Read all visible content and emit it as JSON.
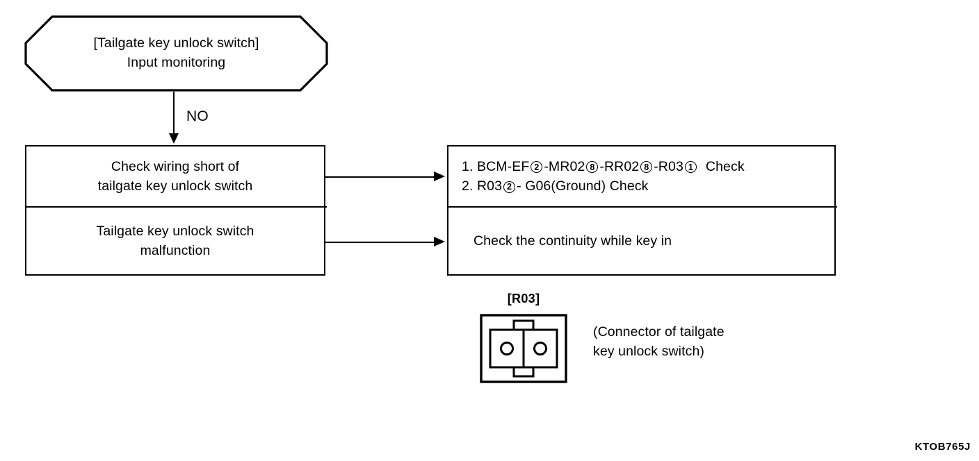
{
  "diagram": {
    "title_code": "KTOB765J",
    "decision": {
      "name": "decision-node",
      "line1": "[Tailgate key unlock switch]",
      "line2": "Input monitoring"
    },
    "flow_arrow": {
      "label": "NO"
    },
    "left_boxes": [
      {
        "id": "check-wiring-short",
        "line1": "Check wiring short of",
        "line2": "tailgate key unlock switch"
      },
      {
        "id": "switch-malfunction",
        "line1": "Tailgate key unlock switch",
        "line2": "malfunction"
      }
    ],
    "right_boxes": [
      {
        "id": "continuity-checks",
        "items": [
          {
            "num": "1.",
            "segments": [
              {
                "type": "text",
                "value": "BCM-EF"
              },
              {
                "type": "circle",
                "value": "2"
              },
              {
                "type": "text",
                "value": "-MR02"
              },
              {
                "type": "circle",
                "value": "8"
              },
              {
                "type": "text",
                "value": "-RR02"
              },
              {
                "type": "circle",
                "value": "8"
              },
              {
                "type": "text",
                "value": "-R03"
              },
              {
                "type": "circle",
                "value": "1"
              },
              {
                "type": "text",
                "value": "  Check"
              }
            ]
          },
          {
            "num": "2.",
            "segments": [
              {
                "type": "text",
                "value": "R03"
              },
              {
                "type": "circle",
                "value": "2"
              },
              {
                "type": "text",
                "value": "- G06(Ground) Check"
              }
            ]
          }
        ]
      },
      {
        "id": "continuity-key-in",
        "text": "Check the continuity while key in"
      }
    ],
    "connector": {
      "label": "[R03]",
      "caption_line1": "(Connector of tailgate",
      "caption_line2": "key unlock switch)",
      "pins": 2
    },
    "colors": {
      "stroke": "#000000",
      "background": "#ffffff"
    }
  }
}
